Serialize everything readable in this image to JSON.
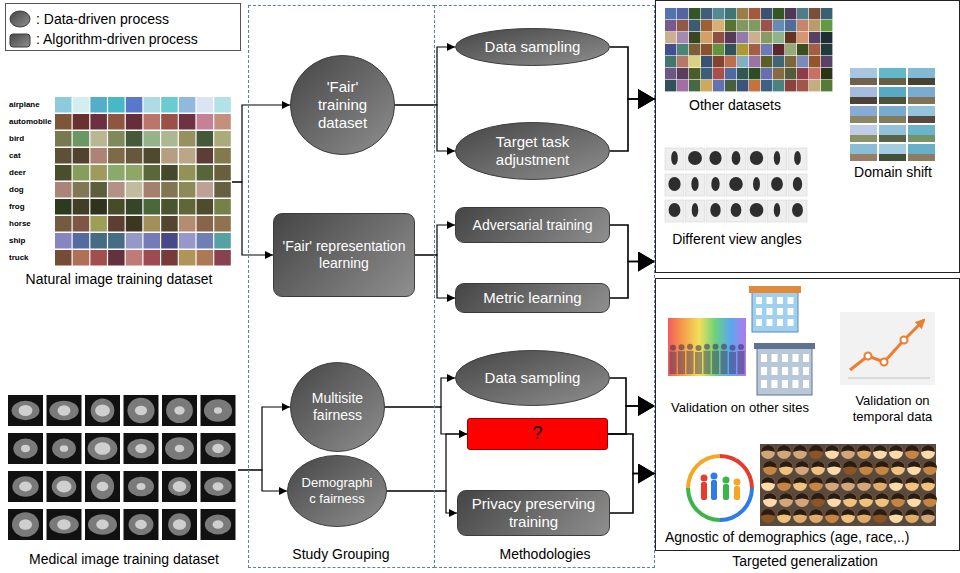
{
  "diagram": {
    "nodes": [
      {
        "text": [
          "airplane",
          "automobile",
          "bird",
          "cat",
          "deer",
          "dog",
          "frog",
          "horse",
          "ship",
          "truck",
          "Natural image training dataset"
        ]
      },
      {
        "text": [
          "Medical image training dataset"
        ]
      },
      {
        "text": [
          "Study Grouping"
        ]
      },
      {
        "text": [
          "Methodologies"
        ]
      },
      {
        "text": [
          "'Fair' training dataset"
        ],
        "in": 2
      },
      {
        "text": [
          "'Fair' representation learning"
        ],
        "in": 2
      },
      {
        "text": [
          "Multisite fairness"
        ],
        "in": 2
      },
      {
        "text": [
          "Demographi c fairness"
        ],
        "in": 2
      },
      {
        "text": [
          "Data sampling"
        ],
        "in": 3
      },
      {
        "text": [
          "Target task adjustment"
        ],
        "in": 3
      },
      {
        "text": [
          "Adversarial training"
        ],
        "in": 3
      },
      {
        "text": [
          "Metric learning"
        ],
        "in": 3
      },
      {
        "text": [
          "Data sampling"
        ],
        "in": 3
      },
      {
        "text": [
          "?"
        ],
        "in": 3
      },
      {
        "text": [
          "Privacy preserving training"
        ],
        "in": 3
      },
      {
        "text": [
          "Other datasets",
          "Domain shift",
          "Different view angles"
        ]
      },
      {
        "text": [
          "Validation on other sites",
          "Validation on temporal data",
          "Agnostic of demographics (age, race,..)",
          "Targeted generalization"
        ]
      }
    ],
    "edges": [
      {
        "from": 0,
        "to": 4,
        "arrow": "to"
      },
      {
        "from": 0,
        "to": 5,
        "arrow": "to"
      },
      {
        "from": 1,
        "to": 6,
        "arrow": "to"
      },
      {
        "from": 1,
        "to": 7,
        "arrow": "to"
      },
      {
        "from": 4,
        "to": 8,
        "arrow": "to"
      },
      {
        "from": 4,
        "to": 9,
        "arrow": "to"
      },
      {
        "from": 5,
        "to": 10,
        "arrow": "to"
      },
      {
        "from": 5,
        "to": 11,
        "arrow": "to"
      },
      {
        "from": 6,
        "to": 12,
        "arrow": "to"
      },
      {
        "from": 6,
        "to": 13,
        "arrow": "to"
      },
      {
        "from": 7,
        "to": 13,
        "arrow": "to"
      },
      {
        "from": 7,
        "to": 14,
        "arrow": "to"
      },
      {
        "from": 8,
        "to": 15,
        "arrow": "to"
      },
      {
        "from": 9,
        "to": 15,
        "arrow": "to"
      },
      {
        "from": 10,
        "to": 15,
        "arrow": "to"
      },
      {
        "from": 11,
        "to": 15,
        "arrow": "to"
      },
      {
        "from": 12,
        "to": 16,
        "arrow": "to"
      },
      {
        "from": 13,
        "to": 16,
        "arrow": "to"
      },
      {
        "from": 13,
        "to": 16,
        "arrow": "to"
      },
      {
        "from": 14,
        "to": 16,
        "arrow": "to"
      }
    ],
    "legend": [
      {
        "text": ": Data-driven process"
      },
      {
        "text": ": Algorithm-driven process"
      }
    ]
  }
}
